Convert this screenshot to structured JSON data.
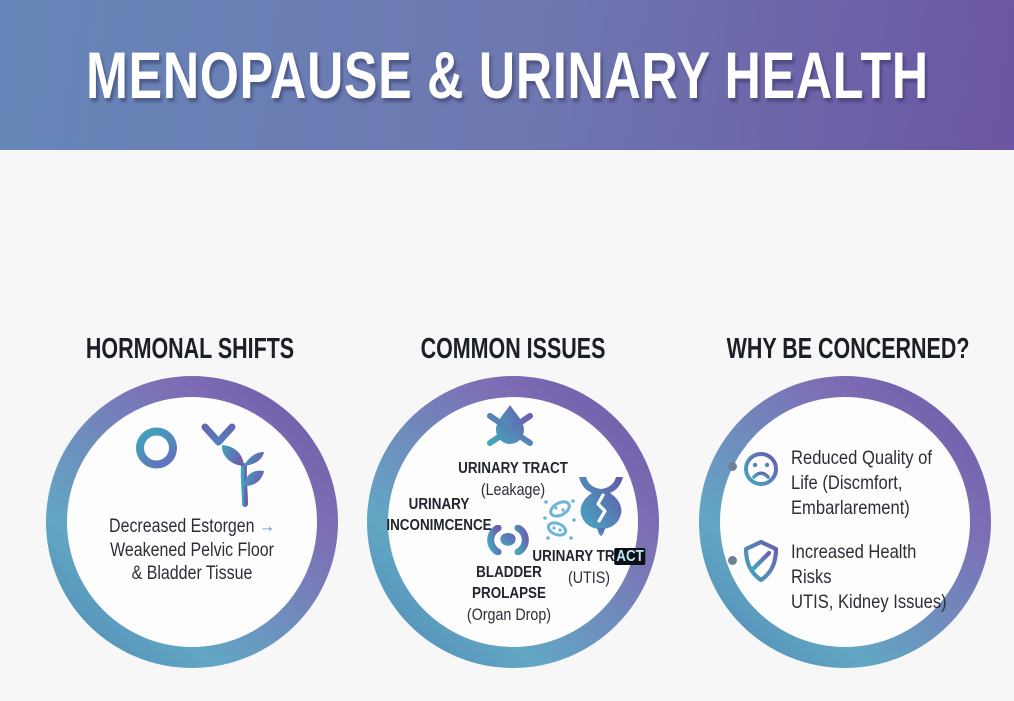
{
  "header": {
    "title": "MENOPAUSE & URINARY HEALTH"
  },
  "colors": {
    "header_gradient_left": "#6687b9",
    "header_gradient_right": "#6c55a2",
    "ring_teal": "#62a7c4",
    "ring_purple": "#6a57a5",
    "icon_teal": "#3fa6bb",
    "icon_purple": "#6b5db0",
    "bacteria_blue": "#6fb4d6",
    "heading_text": "#1b1f27",
    "body_text": "#2b2f36"
  },
  "columns": [
    {
      "heading": "HORMONAL SHIFTS",
      "line1": "Decreased Estorgen",
      "arrow": "→",
      "line2": "Weakened Pelvic Floor",
      "line3": "& Bladder Tissue"
    },
    {
      "heading": "COMMON ISSUES",
      "leakage": {
        "label": "URINARY TRACT",
        "sub": "(Leakage)"
      },
      "incontinence": {
        "line1": "URINARY",
        "line2": "INCONIMCENCE"
      },
      "prolapse": {
        "line1": "BLADDER",
        "line2": "PROLAPSE",
        "sub": "(Organ Drop)"
      },
      "uti": {
        "label_prefix": "URINARY TR",
        "label_glitch": "ACT",
        "sub": "(UTIS)"
      }
    },
    {
      "heading": "WHY BE CONCERNED?",
      "bullet1": {
        "line1": "Reduced Quality of",
        "line2": "Life (Discmfort,",
        "line3": "Embarlarement)"
      },
      "bullet2": {
        "line1": "Increased Health Risks",
        "line2": "UTIS, Kidney Issues)"
      }
    }
  ]
}
